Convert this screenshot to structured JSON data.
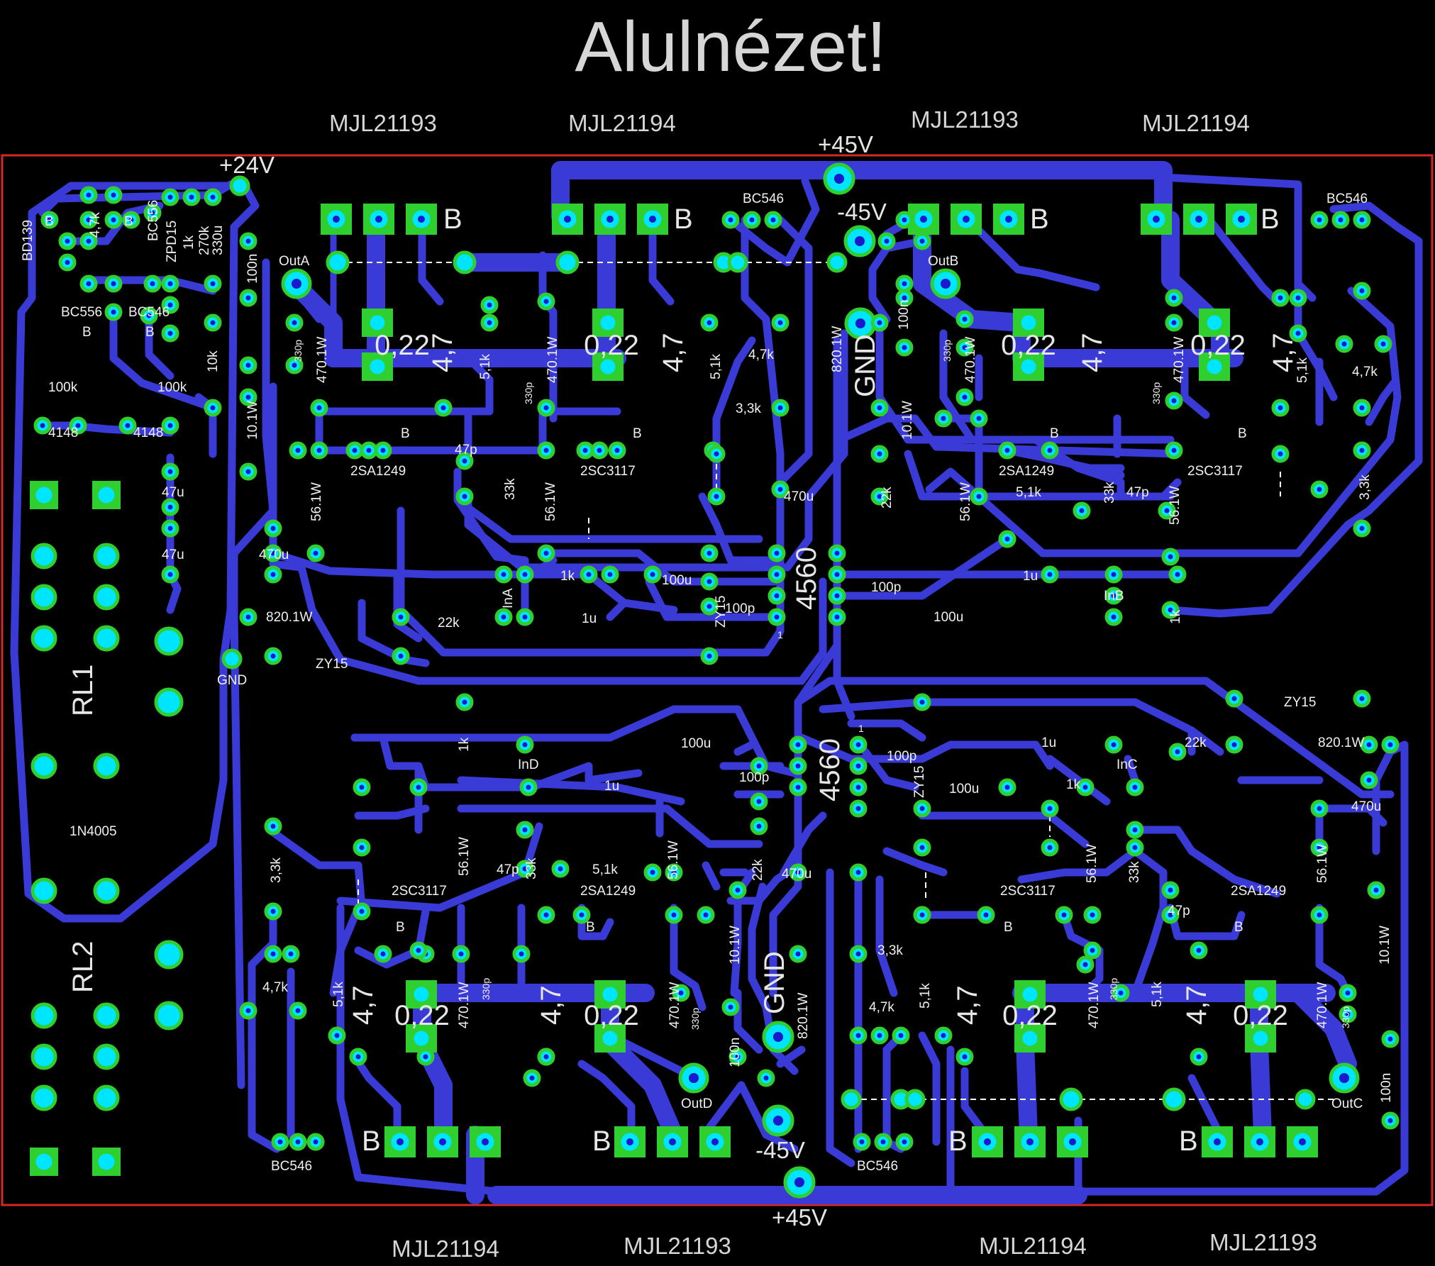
{
  "title": "Alulnézet!",
  "transistors_top": [
    "MJL21193",
    "MJL21194",
    "MJL21193",
    "MJL21194"
  ],
  "transistors_bottom": [
    "MJL21194",
    "MJL21193",
    "MJL21194",
    "MJL21193"
  ],
  "rails": {
    "pos45_top": "+45V",
    "pos45_bottom": "+45V",
    "neg45_top": "-45V",
    "neg45_bottom": "-45V",
    "pos24": "+24V",
    "gnd_top": "GND",
    "gnd_bottom": "GND",
    "gnd_small": "GND"
  },
  "relays": [
    "RL1",
    "RL2"
  ],
  "outputs": [
    "OutA",
    "OutB",
    "OutC",
    "OutD"
  ],
  "inputs": [
    "InA",
    "InB",
    "InC",
    "InD"
  ],
  "labels": {
    "bd139": "BD139",
    "b": "B",
    "r47k": "4,7k",
    "bc556": "BC556",
    "zpd15": "ZPD15",
    "r1k": "1k",
    "r270k": "270k",
    "c330u": "330u",
    "r100k": "100k",
    "r10k": "10k",
    "d4148": "4148",
    "c47u": "47u",
    "bc546": "BC546",
    "c100n": "100n",
    "r10_1w": "10.1W",
    "r470_1w": "470.1W",
    "r820_1w": "820.1W",
    "r56_1w": "56.1W",
    "c330p": "330p",
    "r022": "0,22",
    "r47": "4,7",
    "r51k": "5,1k",
    "r33k": "3,3k",
    "r33k2": "33k",
    "c47p": "47p",
    "t2sa": "2SA1249",
    "t2sc": "2SC3117",
    "c470u": "470u",
    "r22k": "22k",
    "c1u": "1u",
    "c100u": "100u",
    "c100p": "100p",
    "zy15": "ZY15",
    "ic4560": "4560",
    "d1n4005": "1N4005",
    "pin1": "1"
  },
  "colors": {
    "background": "#000000",
    "trace": "#3a3ad6",
    "pad": "#00e5ff",
    "pad_ring": "#2fcf2f",
    "border": "#d62828",
    "text": "#e8e8e8"
  }
}
